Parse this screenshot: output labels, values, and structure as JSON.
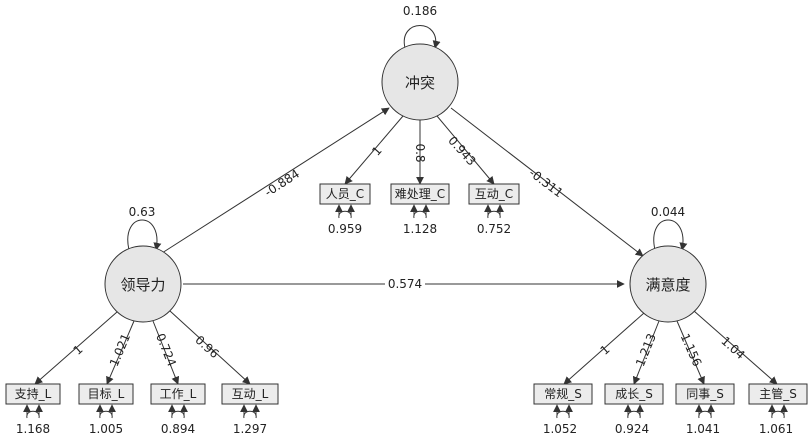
{
  "latents": {
    "conflict": {
      "label": "冲突",
      "variance": "0.186"
    },
    "leadership": {
      "label": "领导力",
      "variance": "0.63"
    },
    "satisfaction": {
      "label": "满意度",
      "variance": "0.044"
    }
  },
  "structural_paths": {
    "leadership_to_conflict": "-0.884",
    "conflict_to_satisfaction": "-0.311",
    "leadership_to_satisfaction": "0.574"
  },
  "indicators": {
    "conflict": [
      {
        "label": "人员_C",
        "loading": "1",
        "error": "0.959"
      },
      {
        "label": "难处理_C",
        "loading": "0.8",
        "error": "1.128"
      },
      {
        "label": "互动_C",
        "loading": "0.943",
        "error": "0.752"
      }
    ],
    "leadership": [
      {
        "label": "支持_L",
        "loading": "1",
        "error": "1.168"
      },
      {
        "label": "目标_L",
        "loading": "1.021",
        "error": "1.005"
      },
      {
        "label": "工作_L",
        "loading": "0.724",
        "error": "0.894"
      },
      {
        "label": "互动_L",
        "loading": "0.96",
        "error": "1.297"
      }
    ],
    "satisfaction": [
      {
        "label": "常规_S",
        "loading": "1",
        "error": "1.052"
      },
      {
        "label": "成长_S",
        "loading": "1.213",
        "error": "0.924"
      },
      {
        "label": "同事_S",
        "loading": "1.156",
        "error": "1.041"
      },
      {
        "label": "主管_S",
        "loading": "1.04",
        "error": "1.061"
      }
    ]
  }
}
